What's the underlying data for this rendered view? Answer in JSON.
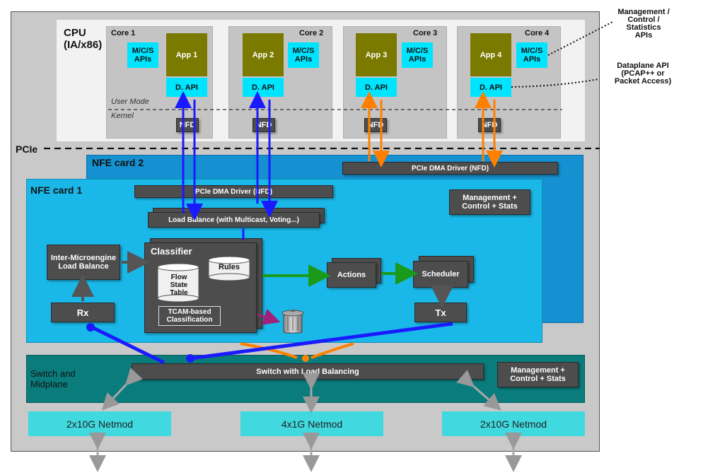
{
  "cpu": {
    "label_line1": "CPU",
    "label_line2": "(IA/x86)"
  },
  "cores": [
    {
      "label": "Core 1",
      "app": "App 1",
      "mcs": "M/C/S APIs",
      "dapi": "D. API",
      "nfd": "NFD"
    },
    {
      "label": "Core 2",
      "app": "App 2",
      "mcs": "M/C/S APIs",
      "dapi": "D. API",
      "nfd": "NFD"
    },
    {
      "label": "Core 3",
      "app": "App 3",
      "mcs": "M/C/S APIs",
      "dapi": "D. API",
      "nfd": "NFD"
    },
    {
      "label": "Core 4",
      "app": "App 4",
      "mcs": "M/C/S APIs",
      "dapi": "D. API",
      "nfd": "NFD"
    }
  ],
  "modes": {
    "user": "User Mode",
    "kernel": "Kernel"
  },
  "pcie_label": "PCIe",
  "annotations": {
    "management": [
      "Management /",
      "Control /",
      "Statistics",
      "APIs"
    ],
    "dataplane": [
      "Dataplane API",
      "(PCAP++ or",
      "Packet Access)"
    ]
  },
  "nfe2": {
    "title": "NFE card 2",
    "dma": "PCIe DMA Driver (NFD)"
  },
  "nfe1": {
    "title": "NFE card 1",
    "dma": "PCIe DMA Driver (NFD)",
    "mgmt": "Management + Control + Stats",
    "load_balance": "Load Balance (with Multicast, Voting...)",
    "inter_lb": "Inter-Microengine Load Balance",
    "classifier": "Classifier",
    "flow_state": "Flow State Table",
    "rules": "Rules",
    "tcam": "TCAM-based Classification",
    "actions": "Actions",
    "scheduler": "Scheduler",
    "rx": "Rx",
    "tx": "Tx"
  },
  "switch": {
    "title_line1": "Switch and",
    "title_line2": "Midplane",
    "switch_lb": "Switch with Load Balancing",
    "mgmt": "Management + Control + Stats"
  },
  "netmods": [
    "2x10G Netmod",
    "4x1G Netmod",
    "2x10G Netmod"
  ],
  "colors": {
    "blue_link": "#1a1aff",
    "orange_link": "#ff8000",
    "green_link": "#1a9a1a",
    "nfe_cyan": "#1ab8e8",
    "nfe2_blue": "#1590d0",
    "switch_teal": "#0b7c7c"
  }
}
